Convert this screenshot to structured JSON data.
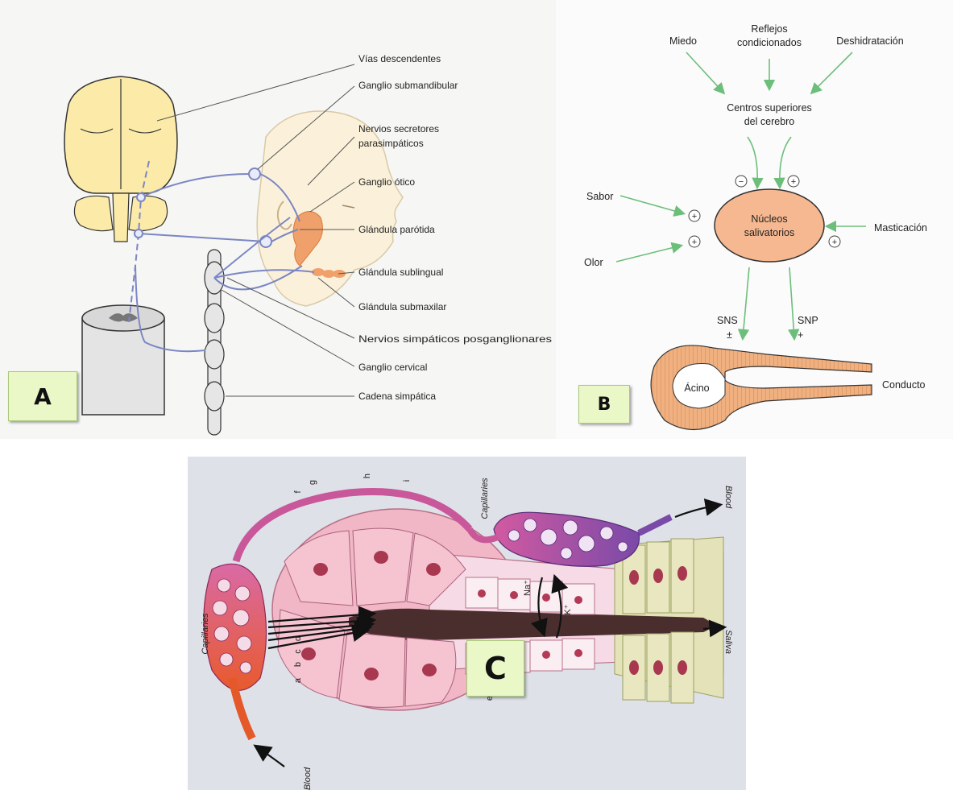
{
  "panel_a": {
    "tag": "A",
    "labels": {
      "vias_descendentes": "Vías descendentes",
      "ganglio_submandibular": "Ganglio submandibular",
      "nervios_secretores_1": "Nervios secretores",
      "nervios_secretores_2": "parasimpáticos",
      "ganglio_otico": "Ganglio ótico",
      "glandula_parotida": "Glándula parótida",
      "glandula_sublingual": "Glándula sublingual",
      "glandula_submaxilar": "Glándula submaxilar",
      "nervios_simpaticos": "Nervios simpáticos posganglionares",
      "ganglio_cervical": "Ganglio cervical",
      "cadena_simpatica": "Cadena simpática"
    }
  },
  "panel_b": {
    "tag": "B",
    "labels": {
      "miedo": "Miedo",
      "reflejos_1": "Reflejos",
      "reflejos_2": "condicionados",
      "deshidratacion": "Deshidratación",
      "centros_1": "Centros superiores",
      "centros_2": "del cerebro",
      "sabor": "Sabor",
      "olor": "Olor",
      "masticacion": "Masticación",
      "nucleos_1": "Núcleos",
      "nucleos_2": "salivatorios",
      "sns": "SNS",
      "sns_sign": "±",
      "snp": "SNP",
      "snp_sign": "+",
      "acino": "Ácino",
      "conducto": "Conducto",
      "minus": "−",
      "plus": "+"
    }
  },
  "panel_c": {
    "tag": "C",
    "labels": {
      "capillaries_left": "Capillaries",
      "capillaries_top": "Capillaries",
      "blood_bottom": "Blood",
      "blood_top": "Blood",
      "saliva": "Saliva",
      "a": "a",
      "b": "b",
      "c": "c",
      "d": "d",
      "e": "e",
      "f": "f",
      "g": "g",
      "h": "h",
      "i": "i",
      "na": "Na⁺",
      "k": "K⁺"
    }
  },
  "colors": {
    "nerve": "#7b86c4",
    "leader": "#555555",
    "green_arrow": "#6cbf7a",
    "gland": "#f0a06a",
    "nucleus_fill": "#f5b890",
    "brain": "#fbeaa8",
    "tag_bg": "#eaf7c6"
  }
}
